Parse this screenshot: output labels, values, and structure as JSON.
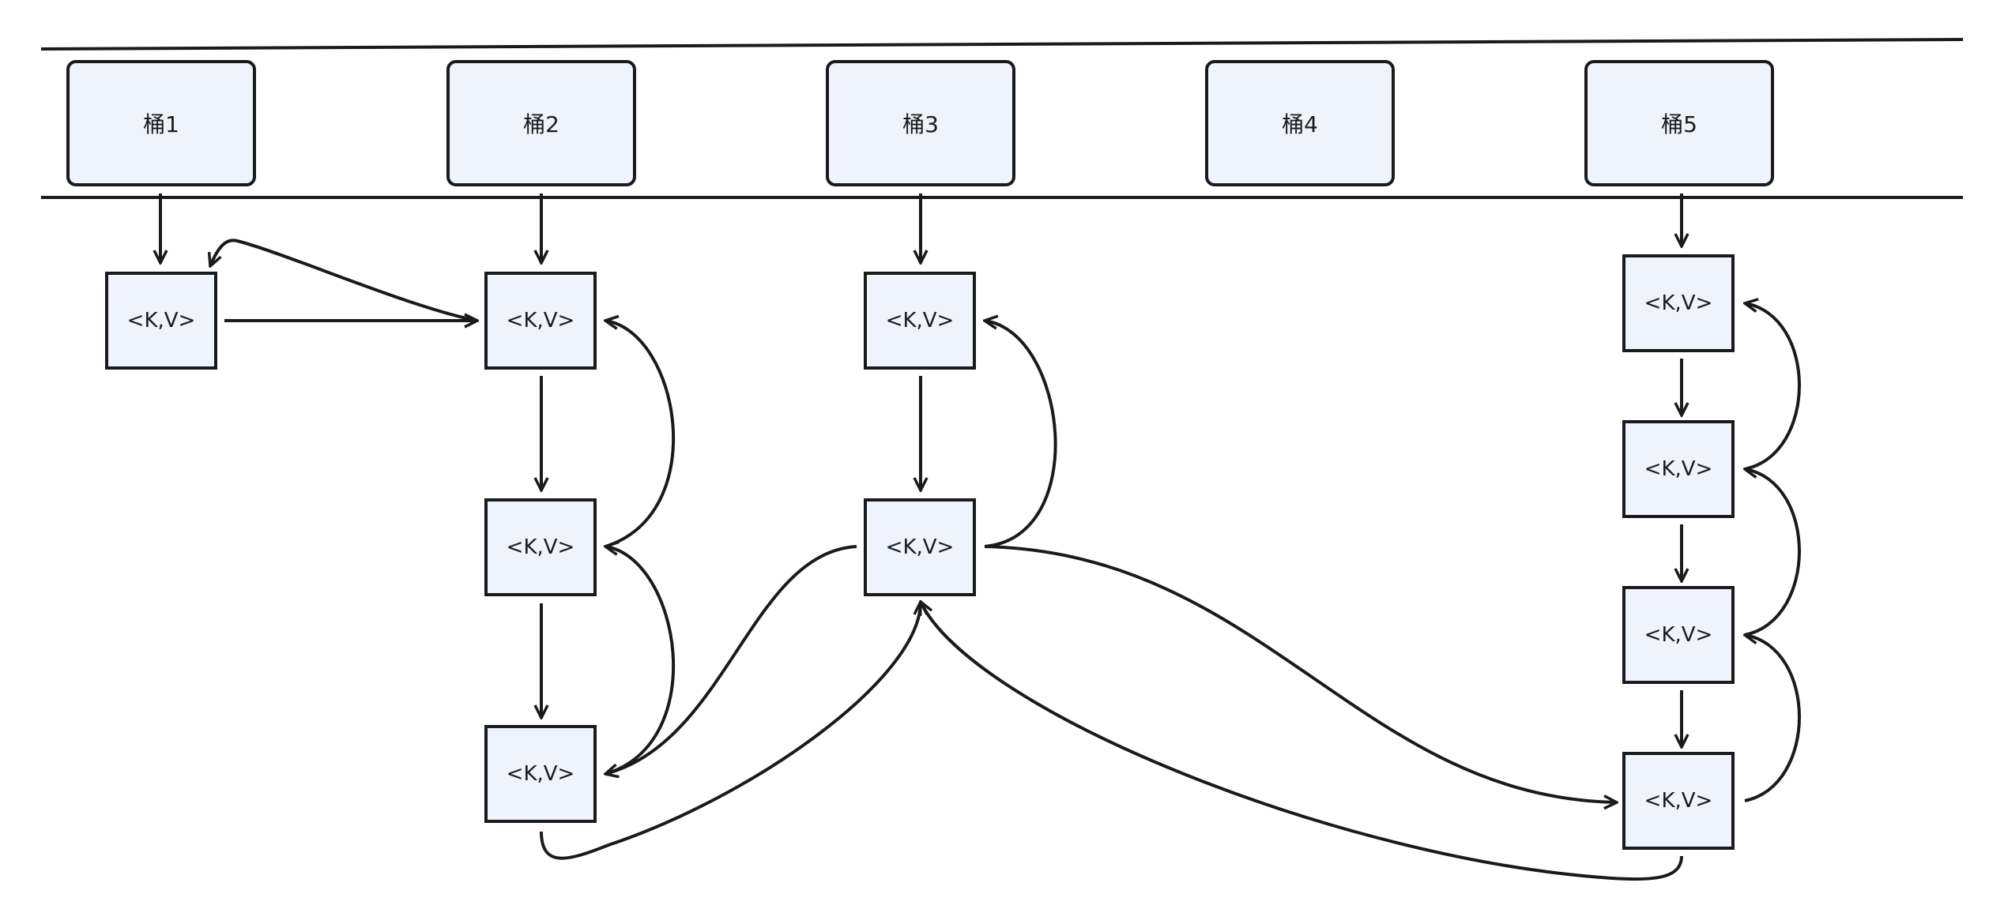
{
  "buckets": [
    {
      "label": "桶1"
    },
    {
      "label": "桶2"
    },
    {
      "label": "桶3"
    },
    {
      "label": "桶4"
    },
    {
      "label": "桶5"
    }
  ],
  "nodes": [
    {
      "id": "n1",
      "label": "<K,V>"
    },
    {
      "id": "n2a",
      "label": "<K,V>"
    },
    {
      "id": "n2b",
      "label": "<K,V>"
    },
    {
      "id": "n2c",
      "label": "<K,V>"
    },
    {
      "id": "n3a",
      "label": "<K,V>"
    },
    {
      "id": "n3b",
      "label": "<K,V>"
    },
    {
      "id": "n5a",
      "label": "<K,V>"
    },
    {
      "id": "n5b",
      "label": "<K,V>"
    },
    {
      "id": "n5c",
      "label": "<K,V>"
    },
    {
      "id": "n5d",
      "label": "<K,V>"
    }
  ],
  "colors": {
    "fill": "#eef3fc",
    "stroke": "#1a1a1a"
  }
}
